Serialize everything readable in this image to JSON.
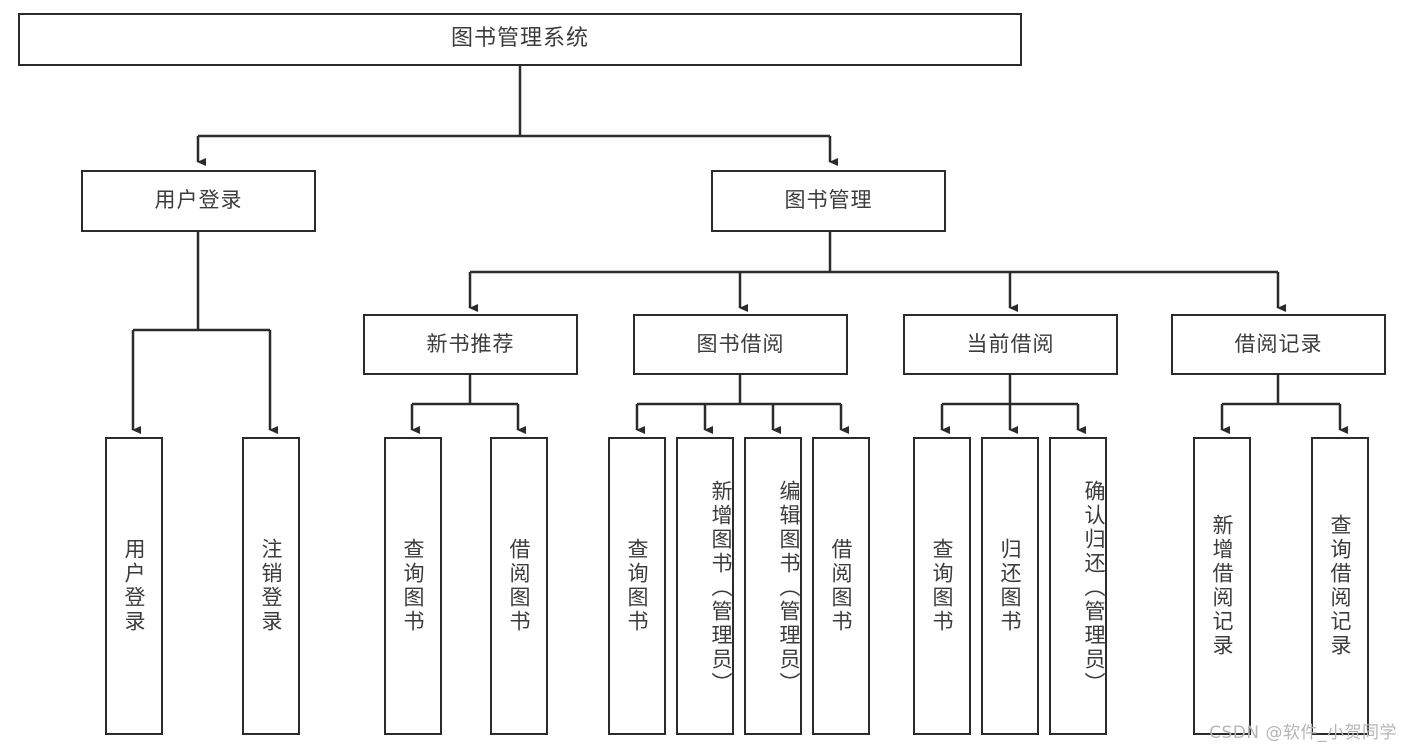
{
  "diagram": {
    "title": "图书管理系统",
    "type": "hierarchy-tree",
    "watermark": "CSDN @软件_小贺同学",
    "colors": {
      "stroke": "#2b2b2b",
      "text": "#3c3c3c",
      "background": "#ffffff",
      "watermark": "#b6b6b6"
    },
    "levels": {
      "root": {
        "label": "图书管理系统"
      },
      "level2": [
        {
          "label": "用户登录"
        },
        {
          "label": "图书管理"
        }
      ],
      "level3": [
        {
          "label": "新书推荐"
        },
        {
          "label": "图书借阅"
        },
        {
          "label": "当前借阅"
        },
        {
          "label": "借阅记录"
        }
      ],
      "leaves": {
        "user_login": [
          {
            "label": "用户登录"
          },
          {
            "label": "注销登录"
          }
        ],
        "new_book_recommend": [
          {
            "label": "查询图书"
          },
          {
            "label": "借阅图书"
          }
        ],
        "book_borrow": [
          {
            "label": "查询图书"
          },
          {
            "label": "新增图书（管理员）"
          },
          {
            "label": "编辑图书（管理员）"
          },
          {
            "label": "借阅图书"
          }
        ],
        "current_borrow": [
          {
            "label": "查询图书"
          },
          {
            "label": "归还图书"
          },
          {
            "label": "确认归还（管理员）"
          }
        ],
        "borrow_record": [
          {
            "label": "新增借阅记录"
          },
          {
            "label": "查询借阅记录"
          }
        ]
      }
    }
  }
}
